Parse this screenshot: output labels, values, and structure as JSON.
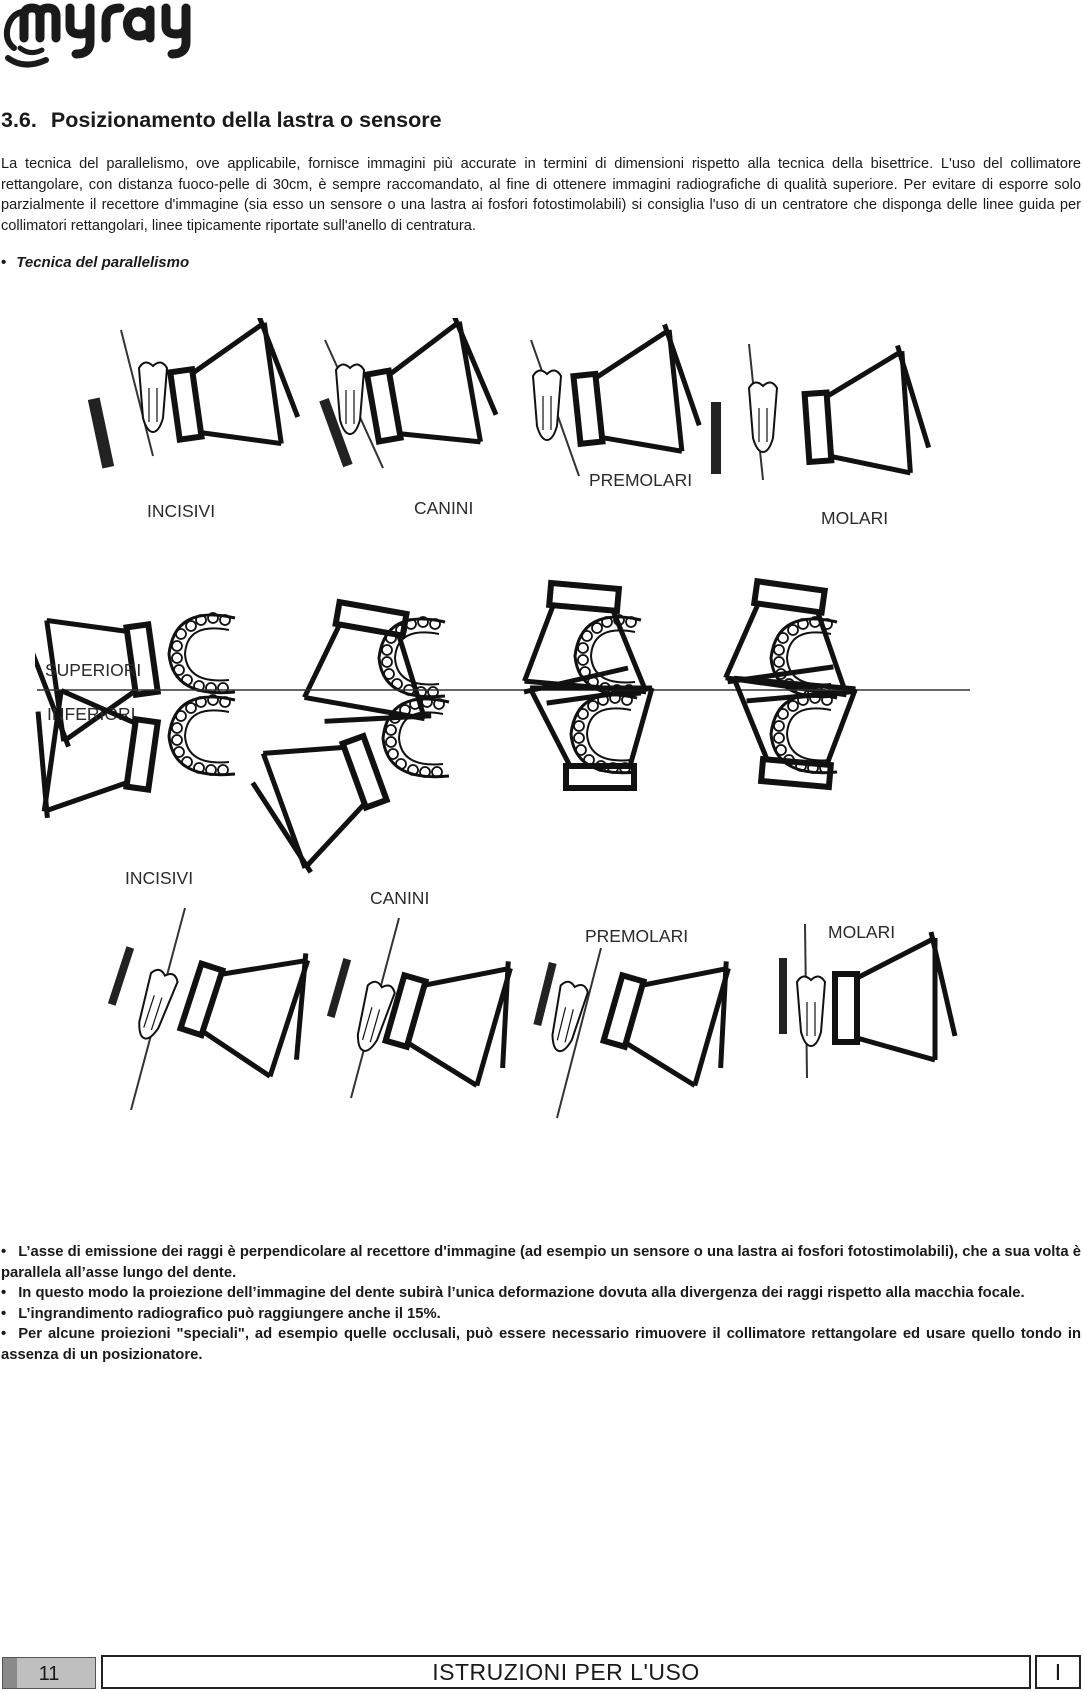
{
  "brand": {
    "logo_text": "myray"
  },
  "section": {
    "number": "3.6.",
    "title": "Posizionamento della lastra o sensore"
  },
  "intro": "La tecnica del parallelismo, ove applicabile, fornisce immagini più accurate in termini di dimensioni rispetto alla tecnica della bisettrice. L'uso del collimatore rettangolare, con distanza fuoco-pelle di 30cm, è sempre raccomandato, al fine di ottenere immagini radiografiche di qualità superiore. Per evitare di esporre solo parzialmente il recettore d'immagine (sia esso un sensore o una lastra ai fosfori fotostimolabili) si consiglia l'uso di un centratore che disponga delle linee guida per collimatori rettangolari, linee tipicamente riportate sull'anello di centratura.",
  "subheading": "Tecnica del parallelismo",
  "figure": {
    "top_row": [
      "INCISIVI",
      "CANINI",
      "PREMOLARI",
      "MOLARI"
    ],
    "arch_upper": "SUPERIORI",
    "arch_lower": "INFERIORI",
    "bottom_row": [
      "INCISIVI",
      "CANINI",
      "PREMOLARI",
      "MOLARI"
    ]
  },
  "notes": [
    "L’asse di emissione dei raggi è perpendicolare al recettore d'immagine (ad esempio un sensore o una lastra ai fosfori fotostimolabili), che a sua volta è parallela all’asse lungo del dente.",
    "In questo modo la proiezione dell’immagine del dente subirà l’unica deformazione dovuta alla divergenza dei raggi rispetto alla macchia focale.",
    "L’ingrandimento radiografico può raggiungere anche il 15%.",
    "Per alcune proiezioni \"speciali\",  ad esempio quelle occlusali, può essere necessario rimuovere il collimatore rettangolare ed usare quello tondo in assenza di un posizionatore."
  ],
  "footer": {
    "page": "11",
    "doc_title": "ISTRUZIONI PER L'USO",
    "lang": "I"
  }
}
